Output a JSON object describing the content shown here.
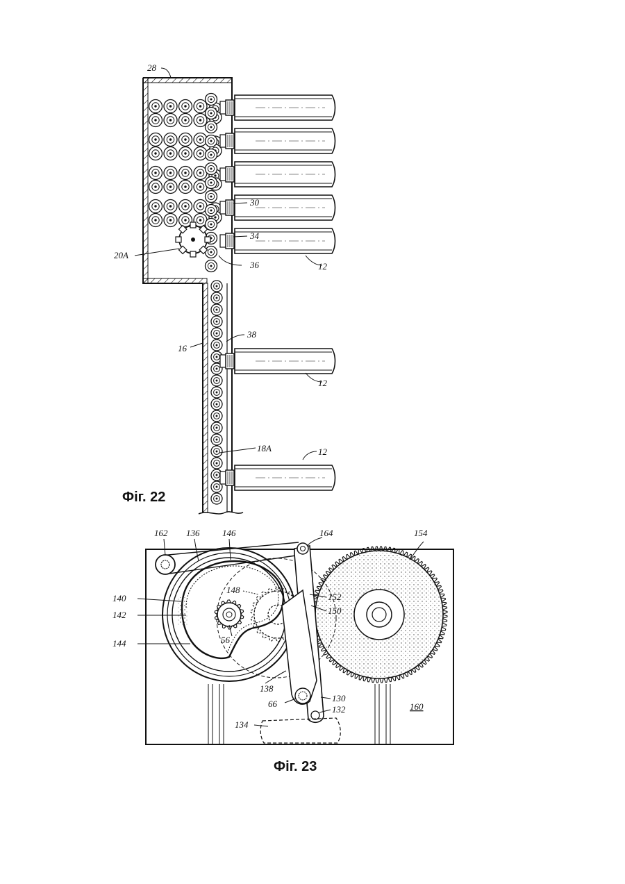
{
  "figures": [
    {
      "id": "fig22",
      "caption": "Фіг. 22",
      "labels": [
        "28",
        "30",
        "34",
        "36",
        "20A",
        "12",
        "38",
        "16",
        "12",
        "18A",
        "12"
      ]
    },
    {
      "id": "fig23",
      "caption": "Фіг. 23",
      "labels": [
        "162",
        "136",
        "146",
        "164",
        "154",
        "140",
        "142",
        "148",
        "152",
        "150",
        "144",
        "56",
        "138",
        "66",
        "130",
        "132",
        "134",
        "160"
      ]
    }
  ],
  "colors": {
    "ink": "#111111",
    "paper": "#ffffff"
  }
}
